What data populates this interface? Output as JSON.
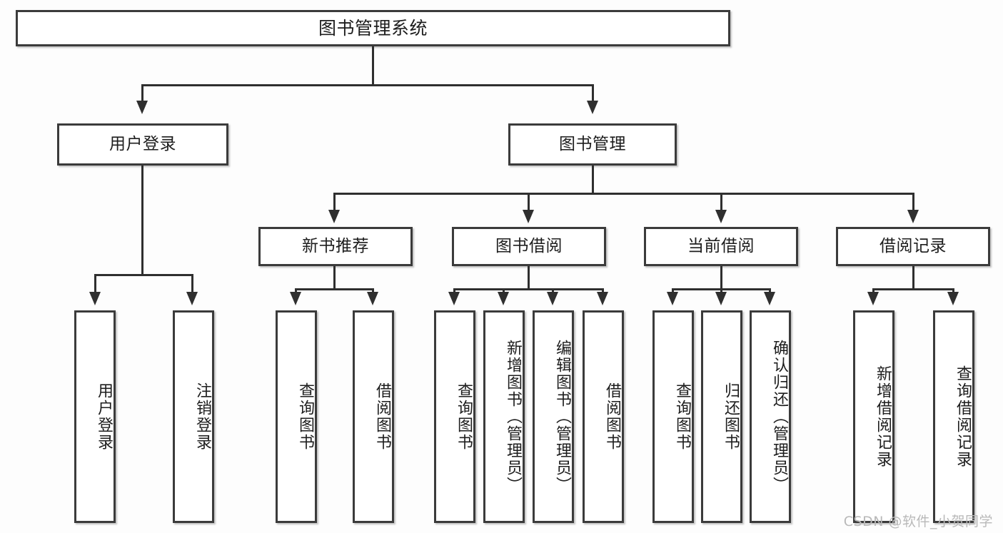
{
  "diagram": {
    "type": "tree",
    "title": "图书管理系统",
    "root": {
      "label": "图书管理系统"
    },
    "level2": [
      {
        "label": "用户登录"
      },
      {
        "label": "图书管理"
      }
    ],
    "level3": [
      {
        "label": "新书推荐"
      },
      {
        "label": "图书借阅"
      },
      {
        "label": "当前借阅"
      },
      {
        "label": "借阅记录"
      }
    ],
    "leaves": {
      "user_login": [
        {
          "label": "用户登录"
        },
        {
          "label": "注销登录"
        }
      ],
      "new_book_recommend": [
        {
          "label": "查询图书"
        },
        {
          "label": "借阅图书"
        }
      ],
      "book_borrow": [
        {
          "label": "查询图书"
        },
        {
          "label": "新增图书（管理员）"
        },
        {
          "label": "编辑图书（管理员）"
        },
        {
          "label": "借阅图书"
        }
      ],
      "current_borrow": [
        {
          "label": "查询图书"
        },
        {
          "label": "归还图书"
        },
        {
          "label": "确认归还（管理员）"
        }
      ],
      "borrow_record": [
        {
          "label": "新增借阅记录"
        },
        {
          "label": "查询借阅记录"
        }
      ]
    }
  },
  "watermark": {
    "text": "CSDN @软件_小贺同学"
  },
  "colors": {
    "border": "#3b3b3b",
    "connector": "#2f2f2f",
    "text": "#1d1d1d",
    "background": "#fdfdfd",
    "watermark": "#b9b9b9"
  }
}
